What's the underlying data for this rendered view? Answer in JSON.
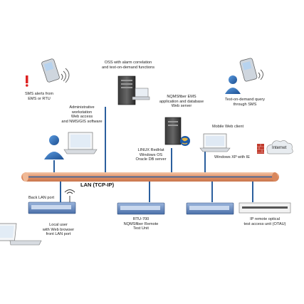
{
  "diagram": {
    "lan_label": "LAN (TCP-IP)",
    "internet_label": "Internet",
    "labels": {
      "sms_alerts": "SMS alerts from\nEMS or RTU",
      "admin_ws": "Administrative\nworkstation\nWeb access\nand NMS/GIS software",
      "oss": "OSS with alarm correlation\nand test-on-demand functions",
      "nqms_ems": "NQMSfiber EMS\napplication and database\nWeb server",
      "linux": "LINUX RedHat\nWindows OS\nOracle DB server",
      "mobile_client": "Mobile Web client",
      "winxp": "Windows XP with IE",
      "test_on_demand": "Test-on-demand query\nthrough SMS",
      "back_lan": "Back LAN port",
      "local_user": "Local user\nwith Web browser\nfront LAN port",
      "rtu": "RTU-700\nNQMSfiber Remote\nTest Unit",
      "ip_otau": "IP remote optical\ntest access unit (OTAU)"
    },
    "colors": {
      "lan_pipe": "#e7a27a",
      "lan_line": "#2b5f9e",
      "rack": "#5a7fb8",
      "person": "#2f6db5"
    }
  }
}
